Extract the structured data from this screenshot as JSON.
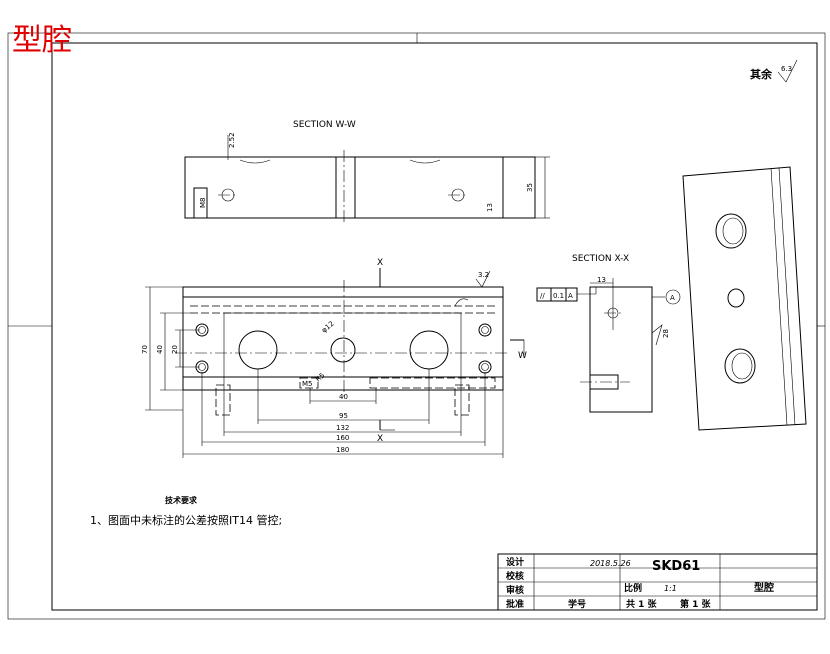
{
  "page_title": "型腔",
  "roughness_note": {
    "label": "其余",
    "value": "6.3"
  },
  "section_ww": {
    "title": "SECTION W-W",
    "dims": {
      "d1": "2.52",
      "d2": "35",
      "d3": "13",
      "d4": "M8"
    }
  },
  "section_xx": {
    "title": "SECTION X-X",
    "dims": {
      "width": "13",
      "angle": "28"
    }
  },
  "tolerance_frame": {
    "symbol": "//",
    "value": "0.1",
    "datum": "A"
  },
  "datum_label": "A",
  "plan_view": {
    "roughness": "3.2",
    "section_marks": {
      "x_top": "X",
      "x_bottom": "X",
      "w_right": "W"
    },
    "dims": {
      "d70": "70",
      "d40v": "40",
      "d20": "20",
      "d_phi12": "φ12",
      "d_thread": "M5",
      "d_depth": "R5",
      "d40": "40",
      "d95": "95",
      "d132": "132",
      "d160": "160",
      "d180": "180"
    }
  },
  "tech_requirements": {
    "heading": "技术要求",
    "item1": "1、图面中未标注的公差按照IT14 管控;"
  },
  "title_block": {
    "design_label": "设计",
    "check_label": "校核",
    "review_label": "审核",
    "approve_label": "批准",
    "date": "2018.5.26",
    "material": "SKD61",
    "scale_label": "比例",
    "scale": "1:1",
    "part_name": "型腔",
    "student_no_label": "学号",
    "total_sheets": "共 1 张",
    "sheet_no": "第 1 张"
  }
}
